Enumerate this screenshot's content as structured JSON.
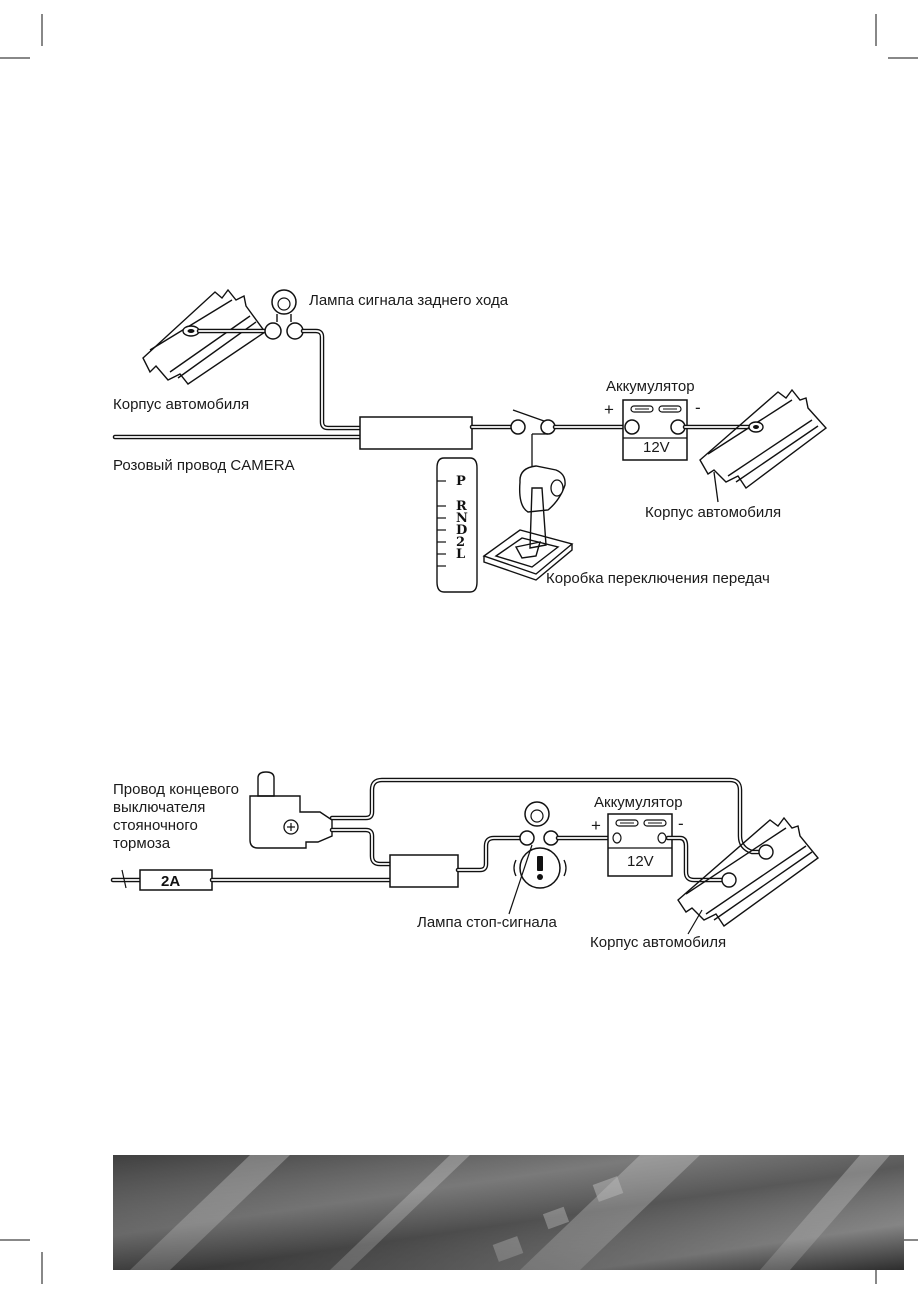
{
  "diagram1": {
    "lamp_label": "Лампа сигнала заднего хода",
    "body_left_label": "Корпус автомобиля",
    "pink_wire_label": "Розовый провод CAMERA",
    "battery_label": "Аккумулятор",
    "battery_plus": "+",
    "battery_minus": "-",
    "battery_voltage": "12V",
    "body_right_label": "Корпус автомобиля",
    "gearbox_label": "Коробка переключения передач",
    "gears": [
      "P",
      "R",
      "N",
      "D",
      "2",
      "L"
    ]
  },
  "diagram2": {
    "parking_wire_label_lines": [
      "Провод концевого",
      "выключателя",
      "стояночного",
      "тормоза"
    ],
    "fuse_label": "2A",
    "battery_label": "Аккумулятор",
    "battery_plus": "+",
    "battery_minus": "-",
    "battery_voltage": "12V",
    "brake_lamp_label": "Лампа стоп-сигнала",
    "body_label": "Корпус автомобиля"
  },
  "colors": {
    "ink": "#111111",
    "banner_dark": "#3a3a3a",
    "banner_light": "#9a9a9a"
  }
}
